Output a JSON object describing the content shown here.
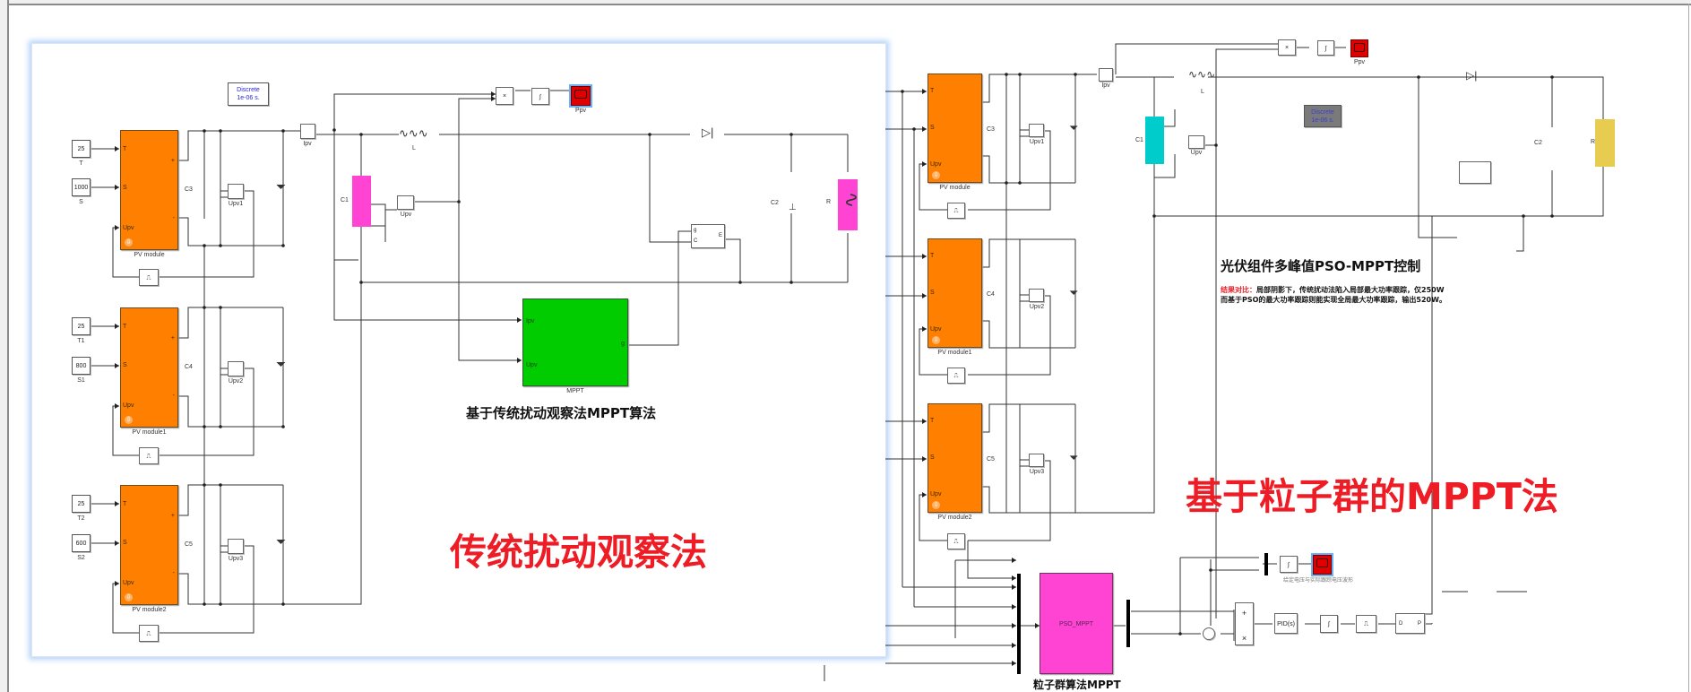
{
  "window": {
    "app": "Simulink model canvas"
  },
  "left_model": {
    "discrete_block": {
      "line1": "Discrete",
      "line2": "1e-06 s."
    },
    "pv_modules": [
      {
        "name": "PV module",
        "T_label": "T",
        "T_value": "25",
        "S_label": "S",
        "S_value": "1000",
        "cap": "C3",
        "sensor": "Upv1"
      },
      {
        "name": "PV module1",
        "T_label": "T1",
        "T_value": "25",
        "S_label": "S1",
        "S_value": "800",
        "cap": "C4",
        "sensor": "Upv2"
      },
      {
        "name": "PV module2",
        "T_label": "T2",
        "T_value": "25",
        "S_label": "S2",
        "S_value": "600",
        "cap": "C5",
        "sensor": "Upv3"
      }
    ],
    "ports": {
      "t": "T",
      "s": "S",
      "upv": "Upv",
      "plus": "+",
      "minus": "-"
    },
    "current_sensor": "Ipv",
    "voltage_sensor": "Upv",
    "inductor": "L",
    "input_cap": "C1",
    "output_cap": "C2",
    "load": "R",
    "product": "×",
    "scope": "Ppv",
    "igbt_ports": {
      "g": "g",
      "c": "C",
      "e": "E"
    },
    "mppt_block": {
      "name": "MPPT",
      "in1": "Ipv",
      "in2": "Upv",
      "out": "g"
    },
    "caption": "基于传统扰动观察法MPPT算法",
    "big_title": "传统扰动观察法"
  },
  "right_model": {
    "discrete_block": {
      "line1": "Discrete",
      "line2": "1e-06 s."
    },
    "pv_modules": [
      {
        "name": "PV module",
        "cap": "C3",
        "sensor": "Upv1"
      },
      {
        "name": "PV module1",
        "cap": "C4",
        "sensor": "Upv2"
      },
      {
        "name": "PV module2",
        "cap": "C5",
        "sensor": "Upv3"
      }
    ],
    "current_sensor": "Ipv",
    "voltage_sensor": "Upv",
    "inductor": "L",
    "input_cap": "C1",
    "output_cap": "C2",
    "load": "R",
    "scope": "Ppv",
    "title": "光伏组件多峰值PSO-MPPT控制",
    "note_prefix": "结果对比：",
    "note_line1": "局部阴影下，传统扰动法陷入局部最大功率跟踪，仅250W",
    "note_line2": "而基于PSO的最大功率跟踪则能实现全局最大功率跟踪，输出520W。",
    "big_title": "基于粒子群的MPPT法",
    "pso_block": {
      "name": "PSO_MPPT",
      "caption": "粒子群算法MPPT"
    },
    "scope2_label": "给定电压与实际跟踪电压波形",
    "sum_signs": {
      "plus": "+",
      "minus": "×"
    },
    "pid": "PID(s)",
    "pwm_ports": {
      "d": "D",
      "p": "P"
    }
  },
  "colors": {
    "pv_module": "#ff8000",
    "mppt": "#00cc00",
    "pso": "#ff44d4",
    "cap_pink": "#ff44d4",
    "cap_cyan": "#00cccc",
    "load_yellow": "#e8cc50",
    "scope": "#e00000",
    "title_red": "#ee1c25"
  }
}
